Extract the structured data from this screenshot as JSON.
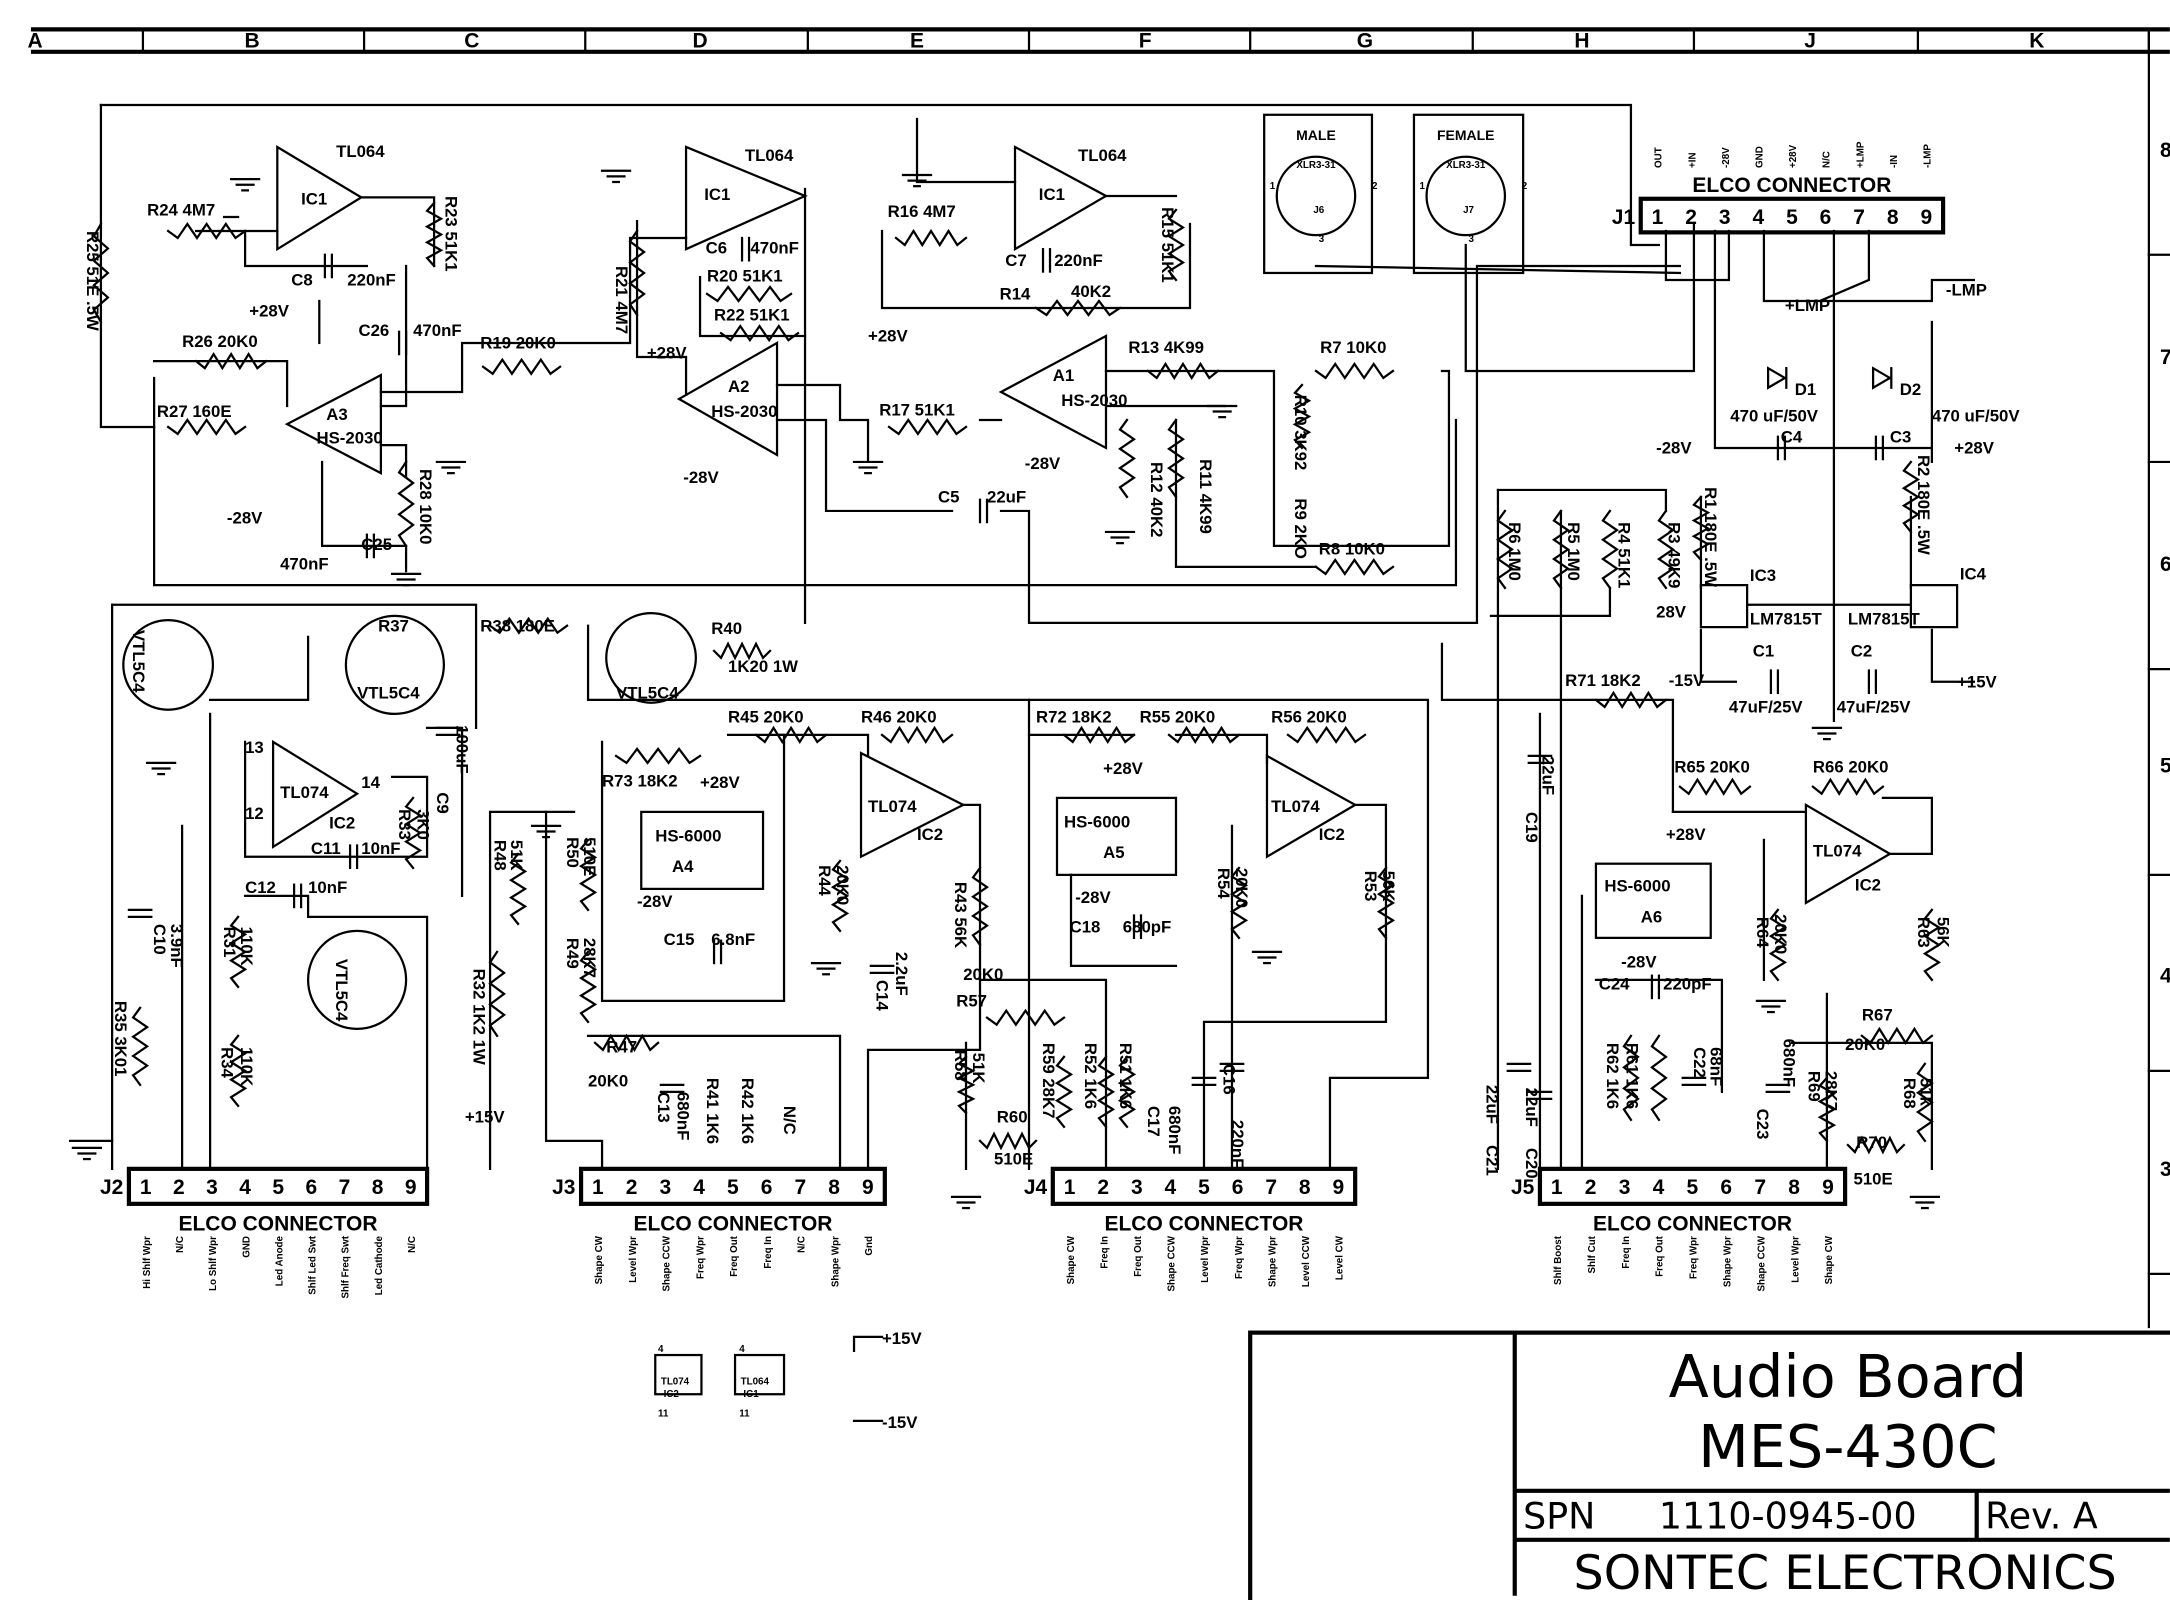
{
  "title_block": {
    "title_line1": "Audio Board",
    "title_line2": "MES-430C",
    "spn_label": "SPN",
    "spn_number": "1110-0945-00",
    "revision": "Rev. A",
    "company": "SONTEC ELECTRONICS"
  },
  "grid": {
    "columns": [
      "A",
      "B",
      "C",
      "D",
      "E",
      "F",
      "G",
      "H",
      "J",
      "K"
    ],
    "rows": [
      "8",
      "7",
      "6",
      "5",
      "4",
      "3"
    ]
  },
  "connectors": [
    {
      "ref": "J1",
      "name": "ELCO CONNECTOR",
      "pins": [
        "1",
        "2",
        "3",
        "4",
        "5",
        "6",
        "7",
        "8",
        "9"
      ],
      "pin_labels": [
        "OUT",
        "+IN",
        "-28V",
        "GND",
        "+28V",
        "N/C",
        "+LMP",
        "-IN",
        "-LMP"
      ]
    },
    {
      "ref": "J2",
      "name": "ELCO CONNECTOR",
      "pins": [
        "1",
        "2",
        "3",
        "4",
        "5",
        "6",
        "7",
        "8",
        "9"
      ],
      "pin_labels": [
        "Hi Shlf Wpr",
        "N/C",
        "Lo Shlf Wpr",
        "GND",
        "Led Anode",
        "Shlf Led Swt",
        "Shlf Freq Swt",
        "Led Cathode",
        "N/C"
      ]
    },
    {
      "ref": "J3",
      "name": "ELCO CONNECTOR",
      "pins": [
        "1",
        "2",
        "3",
        "4",
        "5",
        "6",
        "7",
        "8",
        "9"
      ],
      "pin_labels": [
        "Shape CW",
        "Level Wpr",
        "Shape CCW",
        "Freq Wpr",
        "Freq Out",
        "Freq In",
        "N/C",
        "Shape Wpr",
        "Gnd"
      ]
    },
    {
      "ref": "J4",
      "name": "ELCO CONNECTOR",
      "pins": [
        "1",
        "2",
        "3",
        "4",
        "5",
        "6",
        "7",
        "8",
        "9"
      ],
      "pin_labels": [
        "Shape CW",
        "Freq In",
        "Freq Out",
        "Shape CCW",
        "Level Wpr",
        "Freq Wpr",
        "Shape Wpr",
        "Level CCW",
        "Level CW"
      ]
    },
    {
      "ref": "J5",
      "name": "ELCO CONNECTOR",
      "pins": [
        "1",
        "2",
        "3",
        "4",
        "5",
        "6",
        "7",
        "8",
        "9"
      ],
      "pin_labels": [
        "Shlf Boost",
        "Shlf Cut",
        "Freq In",
        "Freq Out",
        "Freq Wpr",
        "Shape Wpr",
        "Shape CCW",
        "Level Wpr",
        "Shape CW"
      ]
    }
  ],
  "xlr": [
    {
      "name": "MALE",
      "part": "XLR3-31",
      "ref": "J6",
      "pins": [
        "1",
        "2",
        "3"
      ]
    },
    {
      "name": "FEMALE",
      "part": "XLR3-31",
      "ref": "J7",
      "pins": [
        "1",
        "2",
        "3"
      ]
    }
  ],
  "labels": [
    "TL064",
    "IC1",
    "R24 4M7",
    "R23 51K1",
    "C8",
    "220nF",
    "R25 51E .5W",
    "+28V",
    "R26 20K0",
    "C26",
    "470nF",
    "R19 20K0",
    "R27 160E",
    "A3",
    "HS-2030",
    "R28 10K0",
    "-28V",
    "C25",
    "470nF",
    "TL064",
    "IC1",
    "C6",
    "470nF",
    "R21 4M7",
    "R20 51K1",
    "R22 51K1",
    "+28V",
    "A2",
    "HS-2030",
    "-28V",
    "R17 51K1",
    "TL064",
    "IC1",
    "R16 4M7",
    "C7",
    "220nF",
    "R15 51K1",
    "R14",
    "40K2",
    "+28V",
    "R13 4K99",
    "A1",
    "HS-2030",
    "-28V",
    "R12 40K2",
    "R11 4K99",
    "C5",
    "22uF",
    "R7 10K0",
    "R10 3K92",
    "R9 2KO",
    "R8 10K0",
    "-LMP",
    "+LMP",
    "D1",
    "D2",
    "470 uF/50V",
    "C4",
    "470 uF/50V",
    "C3",
    "-28V",
    "+28V",
    "R1 180E .5W",
    "R2 180E .5W",
    "IC3",
    "IC4",
    "LM7815T",
    "LM7815T",
    "28V",
    "C1",
    "C2",
    "47uF/25V",
    "47uF/25V",
    "-15V",
    "+15V",
    "R71 18K2",
    "R6 1M0",
    "R5 1M0",
    "R4 51K1",
    "R3 49K9",
    "R38 180E",
    "R37",
    "VTL5C4",
    "R40",
    "1K20 1W",
    "VTL5C4",
    "VTL5C4",
    "C9",
    "100uF",
    "TL074",
    "IC2",
    "13",
    "14",
    "12",
    "R33",
    "3K0",
    "C11",
    "10nF",
    "C12",
    "10nF",
    "C10",
    "3.9nF",
    "R31",
    "110K",
    "VTL5C4",
    "R35 3K01",
    "R34",
    "110K",
    "R32 1K2 1W",
    "+15V",
    "R48",
    "51K",
    "R50",
    "510E",
    "R49",
    "28K7",
    "R47",
    "20K0",
    "HS-6000",
    "A4",
    "R73 18K2",
    "+28V",
    "-28V",
    "R45 20K0",
    "R46 20K0",
    "TL074",
    "IC2",
    "R44",
    "20K0",
    "C14",
    "2.2uF",
    "R43 56K",
    "C15",
    "6.8nF",
    "C13",
    "680nF",
    "R41 1K6",
    "R42 1K6",
    "N/C",
    "R72 18K2",
    "R55 20K0",
    "R56 20K0",
    "HS-6000",
    "A5",
    "+28V",
    "-28V",
    "C18",
    "680pF",
    "TL074",
    "IC2",
    "R54",
    "20K0",
    "R53",
    "56K",
    "20K0",
    "R57",
    "R58",
    "51K",
    "R60",
    "510E",
    "R59 28K7",
    "R52 1K6",
    "R51 1K6",
    "C17",
    "680nF",
    "C16",
    "220nF",
    "C19",
    "22uF",
    "R65 20K0",
    "R66 20K0",
    "+28V",
    "HS-6000",
    "A6",
    "-28V",
    "C24",
    "220pF",
    "TL074",
    "IC2",
    "R64",
    "20K0",
    "R63",
    "56K",
    "R67",
    "20K0",
    "R62 1K6",
    "R61 1K6",
    "C22",
    "68nF",
    "C23",
    "680nF",
    "R69",
    "28K7",
    "R68",
    "51k",
    "R70",
    "510E",
    "C21",
    "22uF",
    "C20",
    "22uF",
    "TL074",
    "IC2",
    "TL064",
    "IC1",
    "+15V",
    "-15V",
    "4",
    "4",
    "11",
    "11"
  ]
}
